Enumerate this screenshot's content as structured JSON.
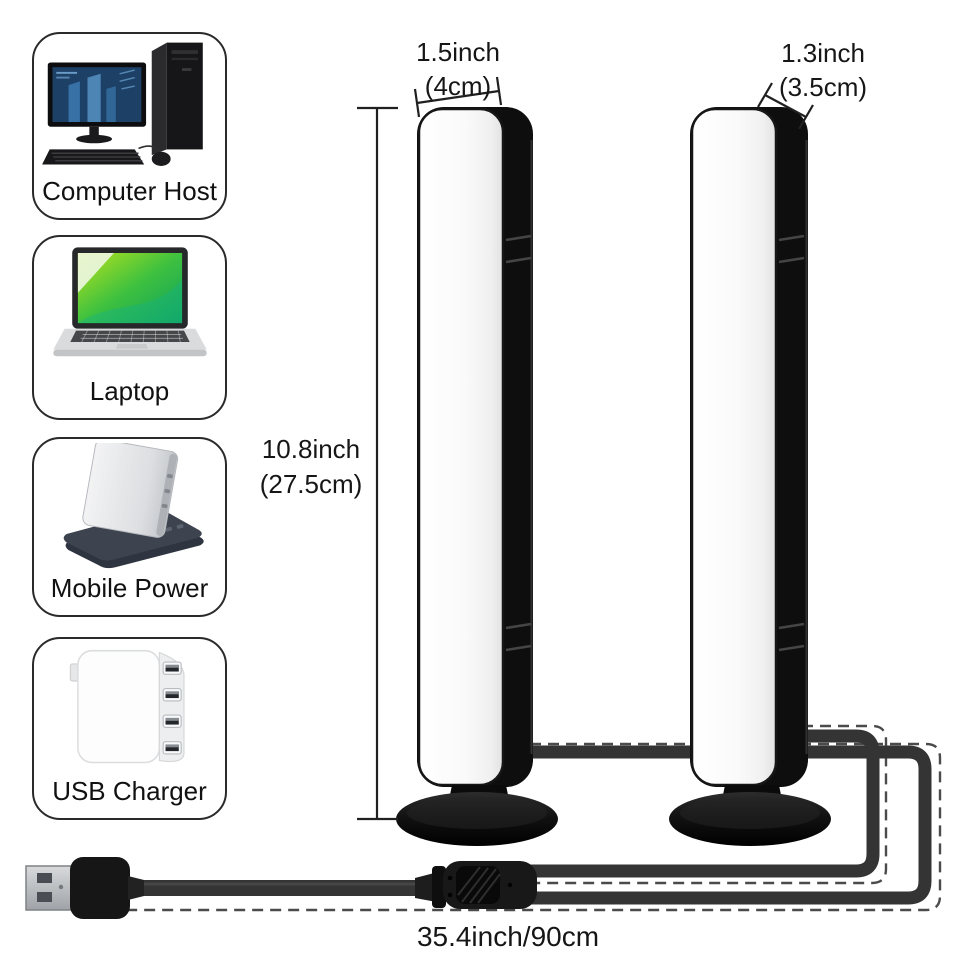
{
  "sidebar": {
    "items": [
      {
        "id": "computer-host",
        "label": "Computer Host",
        "icon": "desktop-computer-icon"
      },
      {
        "id": "laptop",
        "label": "Laptop",
        "icon": "laptop-icon"
      },
      {
        "id": "mobile-power",
        "label": "Mobile Power",
        "icon": "power-bank-icon"
      },
      {
        "id": "usb-charger",
        "label": "USB Charger",
        "icon": "usb-wall-charger-icon"
      }
    ]
  },
  "dimensions": {
    "bar_width": {
      "inch": "1.5inch",
      "cm": "(4cm)"
    },
    "bar_depth": {
      "inch": "1.3inch",
      "cm": "(3.5cm)"
    },
    "bar_height": {
      "inch": "10.8inch",
      "cm": "(27.5cm)"
    },
    "cable_length": "35.4inch/90cm"
  },
  "icons": {
    "plug": "usb-a-plug",
    "splitter": "y-cable-splitter"
  },
  "colors": {
    "background": "#ffffff",
    "text": "#1b1b1b",
    "bar_body": "#101010",
    "panel_white": "#f7f7f7",
    "cable": "#343434",
    "dashed_guide": "#4b4b4b"
  }
}
